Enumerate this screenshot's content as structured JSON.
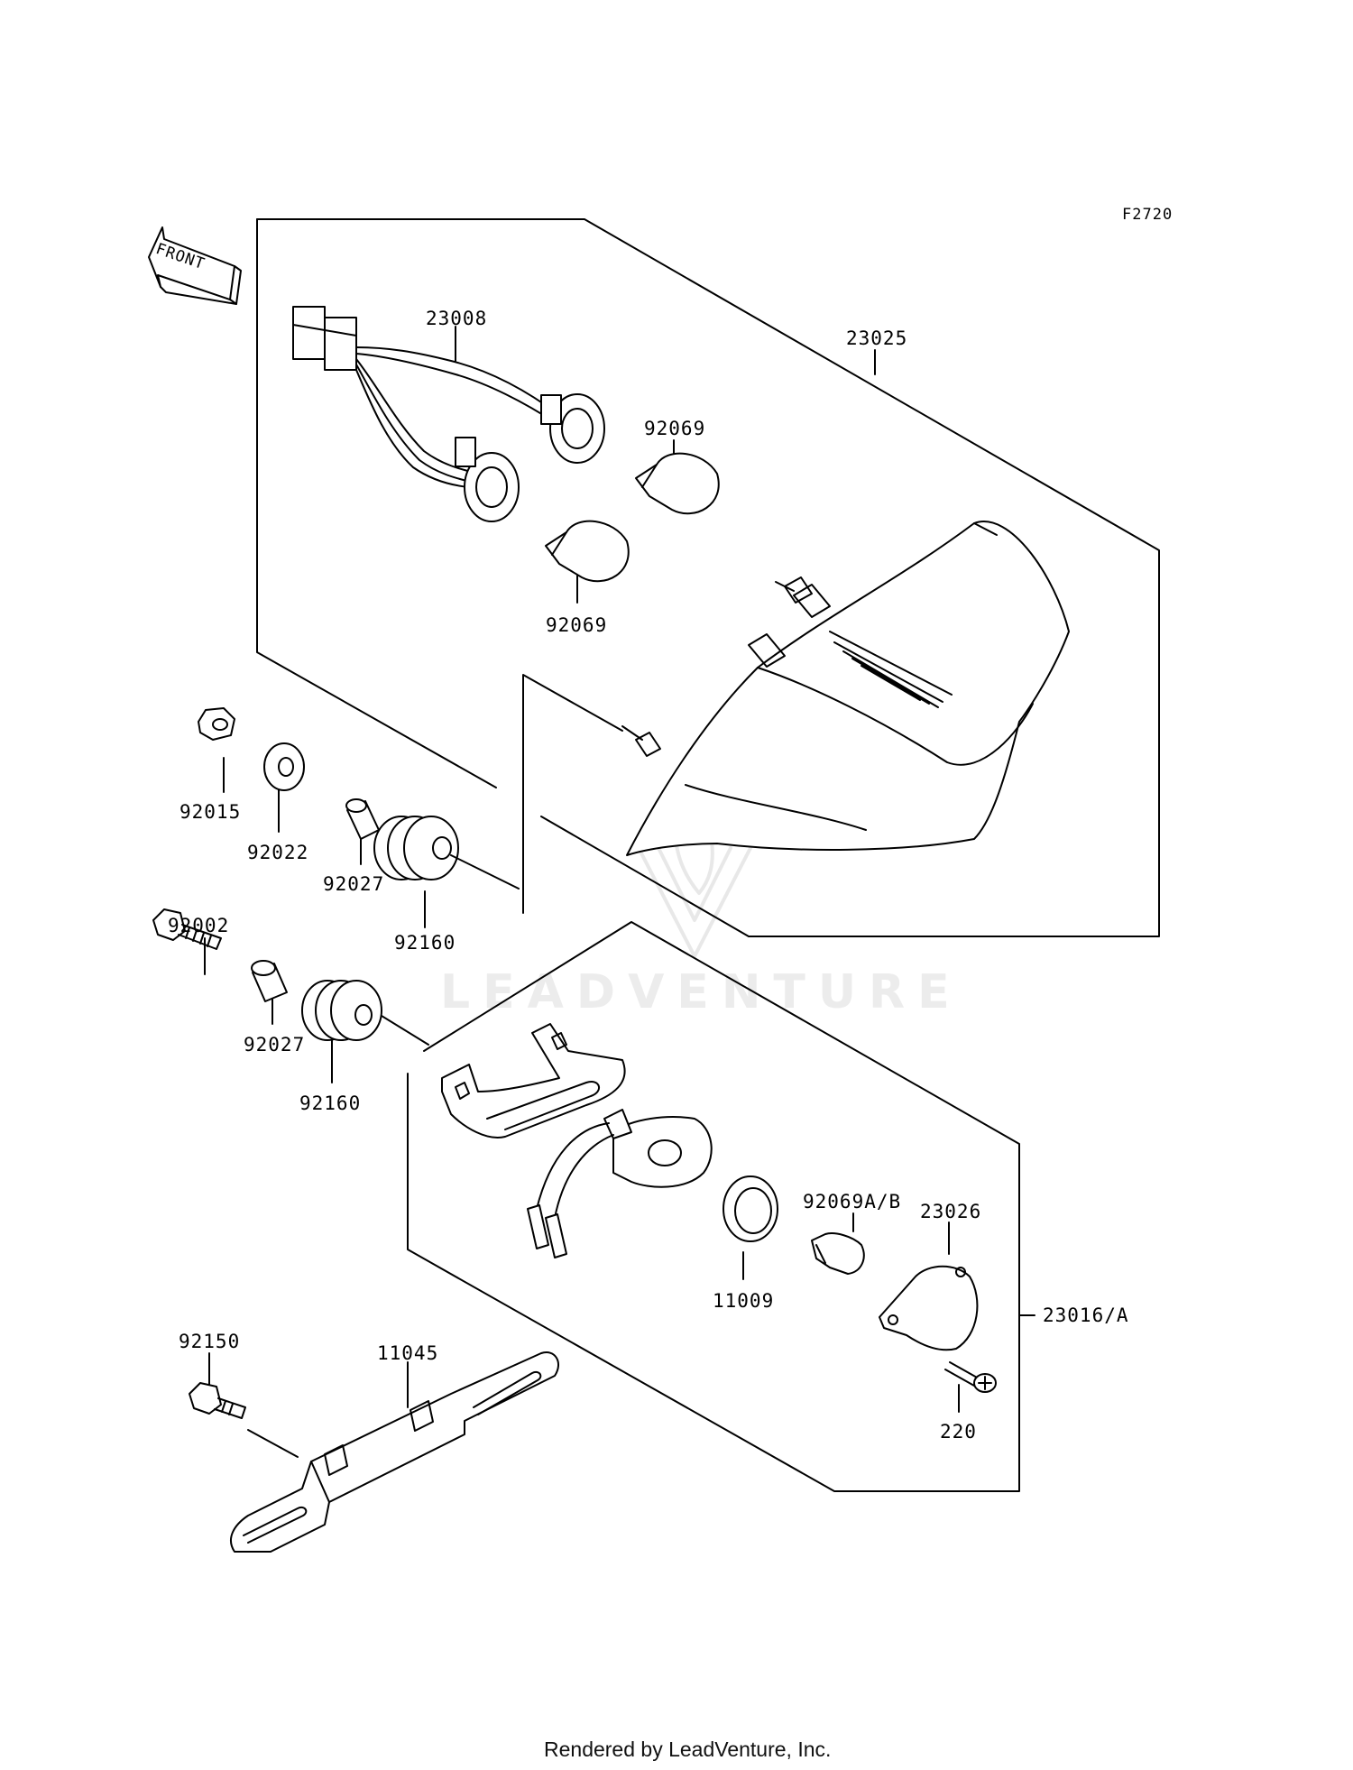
{
  "diagram": {
    "figure_id": "F2720",
    "front_label": "FRONT",
    "watermark": "LEADVENTURE",
    "footer": "Rendered by LeadVenture, Inc.",
    "callouts": [
      {
        "id": "p23008",
        "text": "23008"
      },
      {
        "id": "p23025",
        "text": "23025"
      },
      {
        "id": "p92069a",
        "text": "92069"
      },
      {
        "id": "p92069b",
        "text": "92069"
      },
      {
        "id": "p92015",
        "text": "92015"
      },
      {
        "id": "p92022",
        "text": "92022"
      },
      {
        "id": "p92027a",
        "text": "92027"
      },
      {
        "id": "p92160a",
        "text": "92160"
      },
      {
        "id": "p92002",
        "text": "92002"
      },
      {
        "id": "p92027b",
        "text": "92027"
      },
      {
        "id": "p92160b",
        "text": "92160"
      },
      {
        "id": "p92069ab",
        "text": "92069A/B"
      },
      {
        "id": "p23026",
        "text": "23026"
      },
      {
        "id": "p11009",
        "text": "11009"
      },
      {
        "id": "p23016a",
        "text": "23016/A"
      },
      {
        "id": "p220",
        "text": "220"
      },
      {
        "id": "p92150",
        "text": "92150"
      },
      {
        "id": "p11045",
        "text": "11045"
      }
    ]
  }
}
